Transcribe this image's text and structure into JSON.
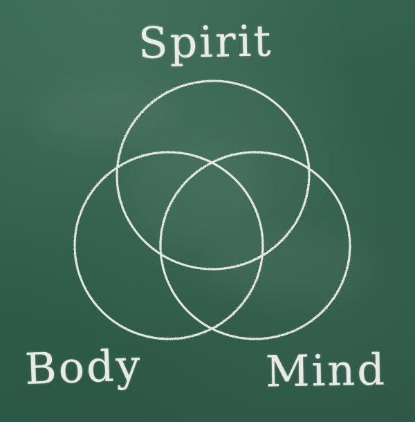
{
  "labels": {
    "spirit": "Spirit",
    "body": "Body",
    "mind": "Mind"
  },
  "colors": {
    "chalkboard": "#2f5d4a",
    "chalk": "#f2f2ee"
  }
}
